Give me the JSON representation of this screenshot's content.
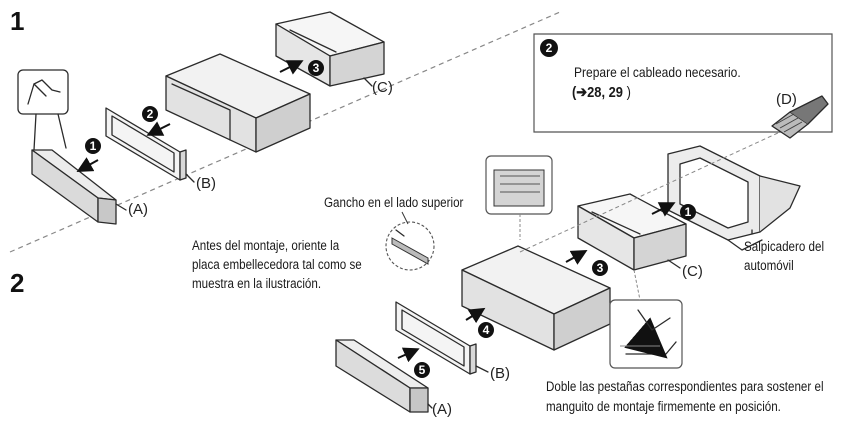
{
  "steps": {
    "step1": "1",
    "step2": "2"
  },
  "callout_numbers": {
    "n1": "1",
    "n2": "2",
    "n3": "3",
    "n4": "4",
    "n5": "5"
  },
  "part_labels": {
    "a": "(A)",
    "b": "(B)",
    "c": "(C)",
    "d": "(D)"
  },
  "section1": {
    "labels": {
      "a": "(A)",
      "b": "(B)",
      "c": "(C)"
    }
  },
  "prepare_box": {
    "badge": "2",
    "line1": "Prepare el cableado necesario.",
    "ref_prefix": "(",
    "ref_arrow": "➔",
    "ref_numbers": "28, 29",
    "ref_suffix": " )"
  },
  "notes": {
    "hook": "Gancho en el lado superior",
    "orient_line1": "Antes del montaje, oriente la",
    "orient_line2": "placa embellecedora tal como se",
    "orient_line3": "muestra en la ilustración.",
    "dashboard_line1": "Salpicadero del",
    "dashboard_line2": "automóvil",
    "bend_line1": "Doble las pestañas correspondientes para sostener el",
    "bend_line2": "manguito de montaje firmemente en posición."
  },
  "colors": {
    "ink": "#1a1a1a",
    "panel_gray": "#e9e9e9",
    "dark_panel": "#9a9a9a",
    "dash": "#888888"
  }
}
